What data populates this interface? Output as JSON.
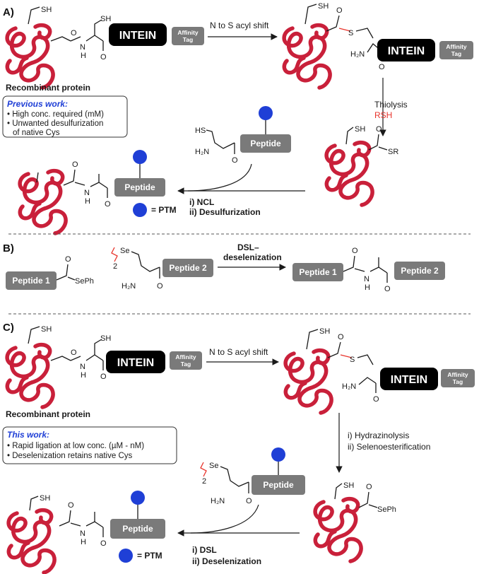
{
  "sections": {
    "a": "A)",
    "b": "B)",
    "c": "C)"
  },
  "labels": {
    "sh": "SH",
    "hs": "HS",
    "h2n": "H₂N",
    "h": "H",
    "n": "N",
    "o": "O",
    "s": "S",
    "sr": "SR",
    "se": "Se",
    "seph": "SePh",
    "two": "2",
    "intein": "INTEIN",
    "affinity": "Affinity",
    "tag": "Tag",
    "peptide": "Peptide",
    "peptide1": "Peptide 1",
    "peptide2": "Peptide 2",
    "recombinant": "Recombinant protein",
    "ptm": "= PTM"
  },
  "panel_a": {
    "step1": "N to S acyl shift",
    "step2_line1": "Thiolysis",
    "step2_line2": "RSH",
    "step3_line1": "i) NCL",
    "step3_line2": "ii) Desulfurization",
    "note_title": "Previous work:",
    "note_items": [
      "• High conc. required (mM)",
      "• Unwanted desulfurization",
      "  of native Cys"
    ]
  },
  "panel_b": {
    "step_line1": "DSL–",
    "step_line2": "deselenization"
  },
  "panel_c": {
    "step1": "N to S acyl shift",
    "step2_line1": "i) Hydrazinolysis",
    "step2_line2": "ii) Selenoesterification",
    "step3_line1": "i) DSL",
    "step3_line2": "ii) Deselenization",
    "note_title": "This work:",
    "note_items": [
      "• Rapid ligation at low conc. (µM - nM)",
      "• Deselenization retains native Cys"
    ]
  },
  "colors": {
    "protein": "#c9203a",
    "ptm": "#1f3fd6",
    "heteroatom": "#e8342c",
    "thiol": "#1f3fd6",
    "box": "#7a7a7a",
    "intein": "#000000"
  }
}
